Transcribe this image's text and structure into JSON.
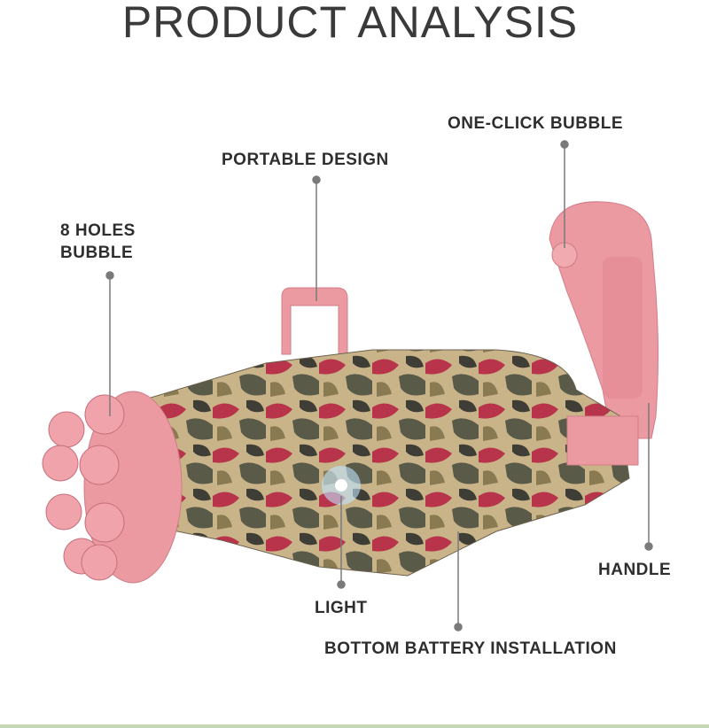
{
  "title": "PRODUCT ANALYSIS",
  "callouts": {
    "one_click": "ONE-CLICK BUBBLE",
    "portable": "PORTABLE DESIGN",
    "holes_line1": "8 HOLES",
    "holes_line2": "BUBBLE",
    "handle": "HANDLE",
    "light": "LIGHT",
    "battery": "BOTTOM BATTERY INSTALLATION"
  },
  "colors": {
    "pink": "#e8919a",
    "line": "#7a7a7a",
    "text": "#2e2e2e"
  }
}
